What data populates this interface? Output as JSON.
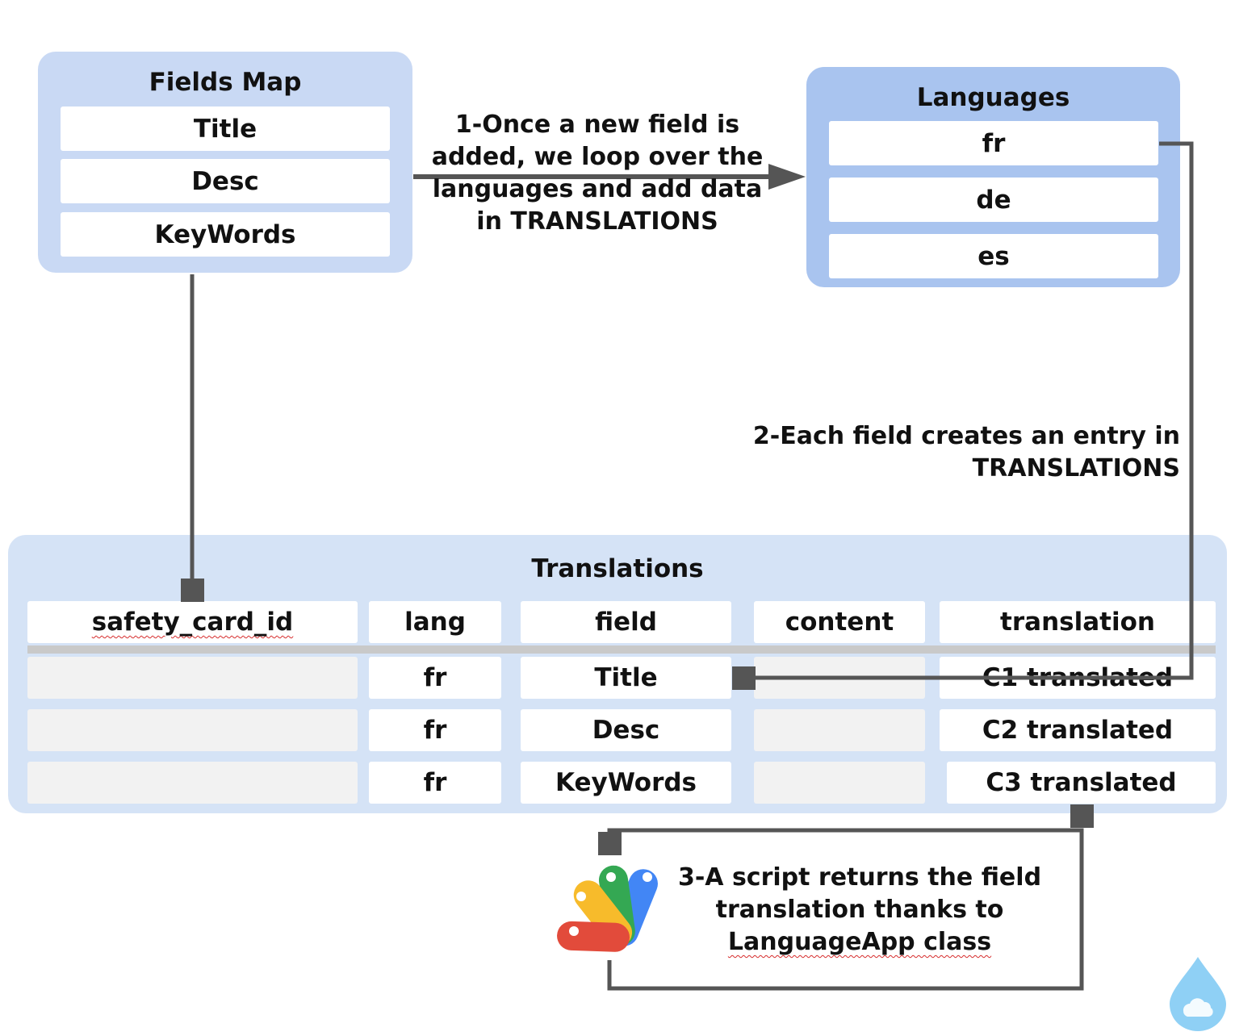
{
  "fields_map": {
    "title": "Fields Map",
    "items": [
      "Title",
      "Desc",
      "KeyWords"
    ]
  },
  "languages": {
    "title": "Languages",
    "items": [
      "fr",
      "de",
      "es"
    ]
  },
  "translations": {
    "title": "Translations",
    "headers": [
      "safety_card_id",
      "lang",
      "field",
      "content",
      "translation"
    ],
    "rows": [
      [
        "",
        "fr",
        "Title",
        "",
        "C1 translated"
      ],
      [
        "",
        "fr",
        "Desc",
        "",
        "C2 translated"
      ],
      [
        "",
        "fr",
        "KeyWords",
        "",
        "C3 translated"
      ]
    ]
  },
  "notes": {
    "step1": [
      "1-Once a new field is",
      "added, we loop over the",
      "languages and add data",
      "in TRANSLATIONS"
    ],
    "step2": [
      "2-Each field creates an entry in",
      "TRANSLATIONS"
    ],
    "step3": [
      "3-A script returns the field",
      "translation thanks to",
      "LanguageApp class"
    ]
  },
  "icons": [
    "apps-script-logo",
    "water-drop-icon"
  ],
  "colors": {
    "fields_panel": "#c9d9f4",
    "languages_panel": "#a9c4ef",
    "translations_panel": "#d5e3f6",
    "connector": "#555555"
  }
}
